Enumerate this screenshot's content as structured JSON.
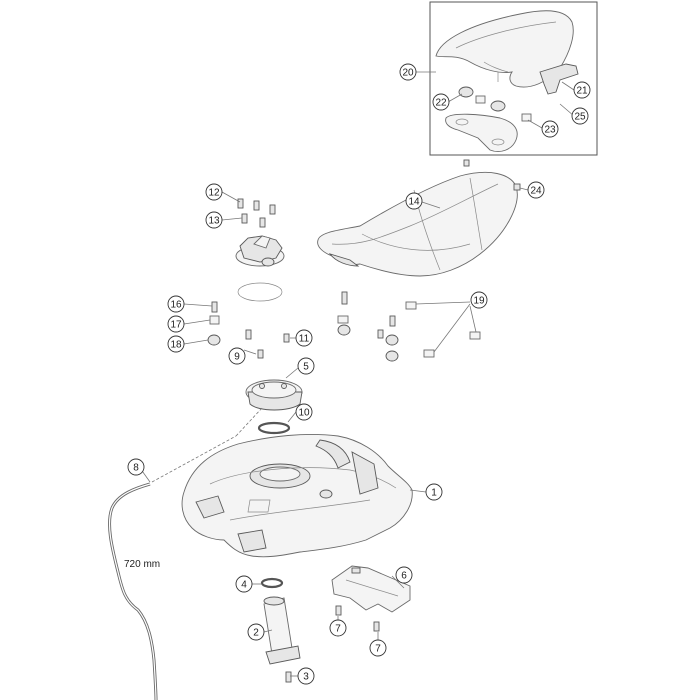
{
  "callouts": {
    "c1": "1",
    "c2": "2",
    "c3": "3",
    "c4": "4",
    "c5": "5",
    "c6": "6",
    "c7a": "7",
    "c7b": "7",
    "c8": "8",
    "c9": "9",
    "c10": "10",
    "c11": "11",
    "c12": "12",
    "c13": "13",
    "c14": "14",
    "c16": "16",
    "c17": "17",
    "c18": "18",
    "c19": "19",
    "c20": "20",
    "c21": "21",
    "c22": "22",
    "c23": "23",
    "c24": "24",
    "c25": "25"
  },
  "hose_length": "720 mm"
}
